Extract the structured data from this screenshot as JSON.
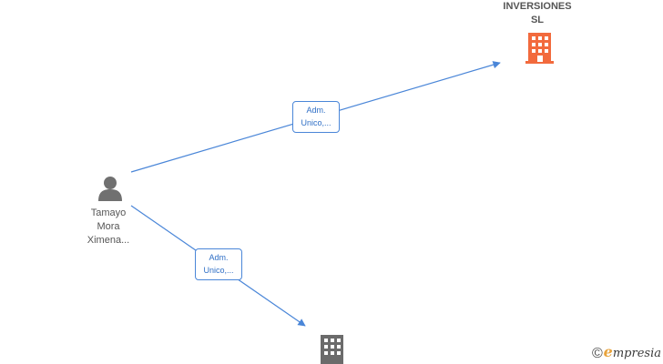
{
  "nodes": {
    "person": {
      "name_lines": [
        "Tamayo",
        "Mora",
        "Ximena..."
      ],
      "icon": "person-icon"
    },
    "company_top": {
      "name_lines": [
        "INVERSIONES",
        "SL"
      ],
      "icon": "building-icon",
      "color": "#f26a3d"
    },
    "company_bottom": {
      "icon": "building-icon",
      "color": "#6b6b6b"
    }
  },
  "edges": [
    {
      "label_lines": [
        "Adm.",
        "Unico,..."
      ]
    },
    {
      "label_lines": [
        "Adm.",
        "Unico,..."
      ]
    }
  ],
  "colors": {
    "edge": "#4a86d8"
  },
  "brand": {
    "copyright_symbol": "©",
    "name_initial": "e",
    "name_rest": "mpresia"
  }
}
